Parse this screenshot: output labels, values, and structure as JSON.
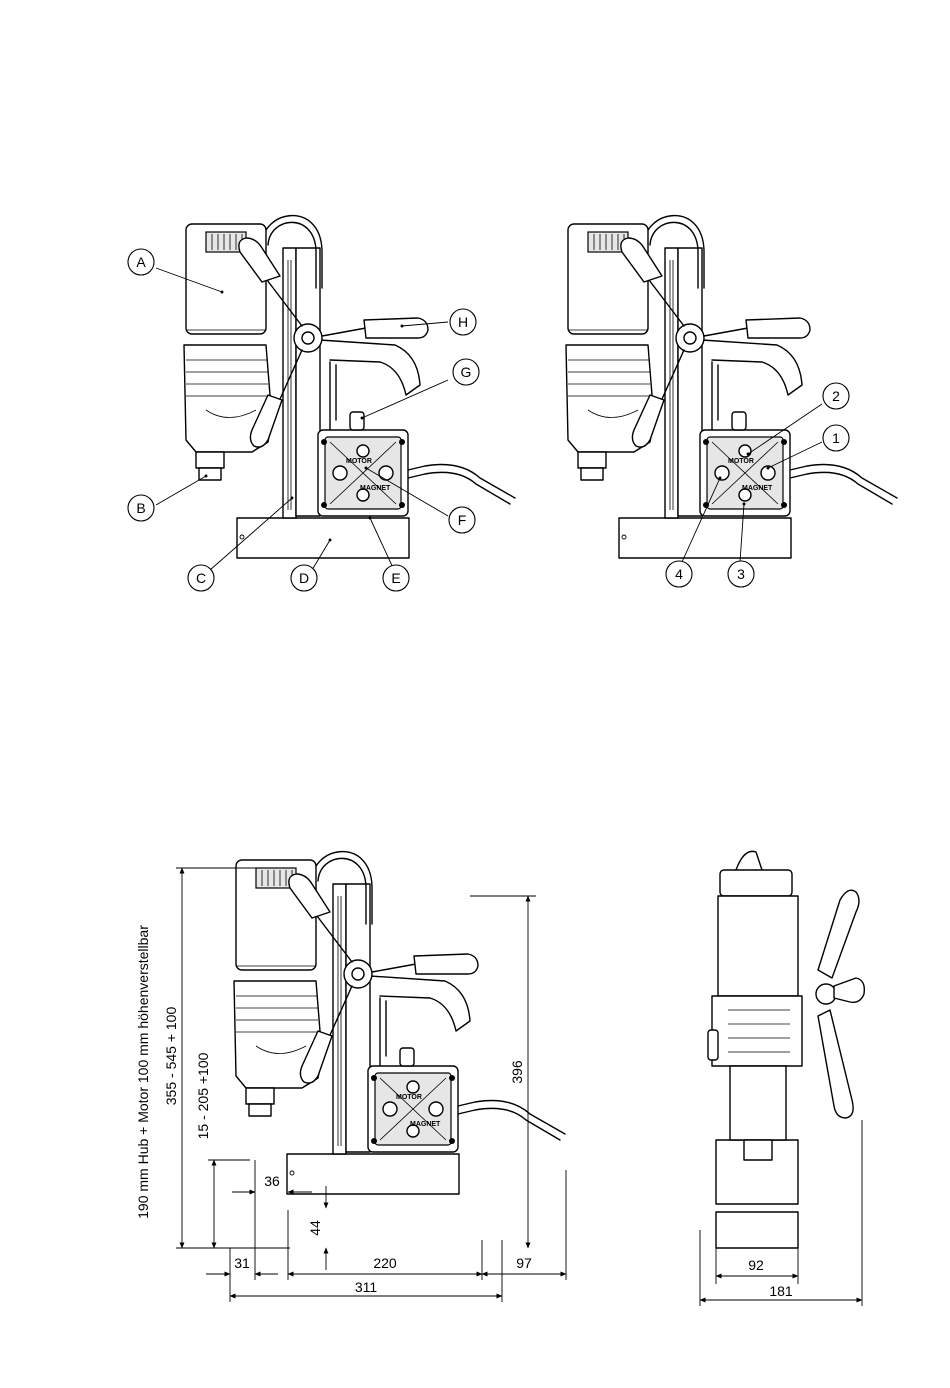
{
  "callouts_letters": [
    "A",
    "B",
    "C",
    "D",
    "E",
    "F",
    "G",
    "H"
  ],
  "callouts_numbers": [
    "1",
    "2",
    "3",
    "4"
  ],
  "panel_text": {
    "top": "MOTOR",
    "bottom": "MAGNET"
  },
  "dimensions": {
    "d31": "31",
    "d220": "220",
    "d97": "97",
    "d311": "311",
    "d36": "36",
    "d44": "44",
    "d396": "396",
    "d92": "92",
    "d181": "181",
    "stroke_range": "15 - 205 +100",
    "height_range": "355 - 545 + 100",
    "note": "190 mm Hub + Motor 100 mm höhenverstellbar"
  }
}
